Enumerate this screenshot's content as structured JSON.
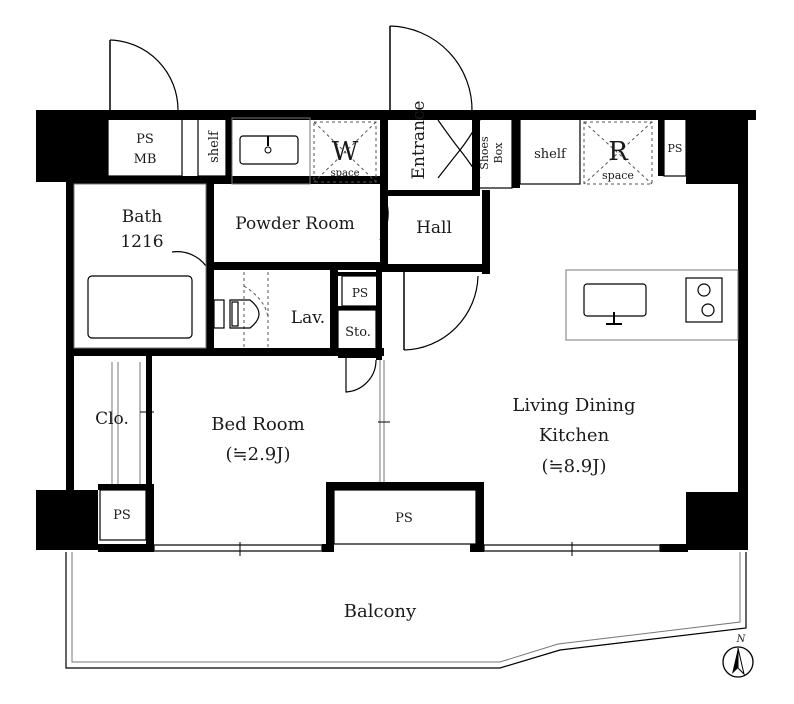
{
  "rooms": {
    "ps_mb_line1": "PS",
    "ps_mb_line2": "MB",
    "shelf_left": "shelf",
    "washer_letter": "W",
    "washer_space": "space",
    "entrance": "Entrance",
    "shoes_box_line1": "Shoes",
    "shoes_box_line2": "Box",
    "shelf_right": "shelf",
    "fridge_letter": "R",
    "fridge_space": "space",
    "ps_top_right": "PS",
    "bath_line1": "Bath",
    "bath_line2": "1216",
    "powder_room": "Powder Room",
    "hall": "Hall",
    "ps_small": "PS",
    "lavatory": "Lav.",
    "storage": "Sto.",
    "closet": "Clo.",
    "bedroom_line1": "Bed Room",
    "bedroom_line2": "(≒2.9J)",
    "ldk_line1": "Living Dining",
    "ldk_line2": "Kitchen",
    "ldk_line3": "(≒8.9J)",
    "ps_bottom_left": "PS",
    "ps_bottom_center": "PS",
    "balcony": "Balcony"
  },
  "compass": {
    "north_label": "N"
  }
}
